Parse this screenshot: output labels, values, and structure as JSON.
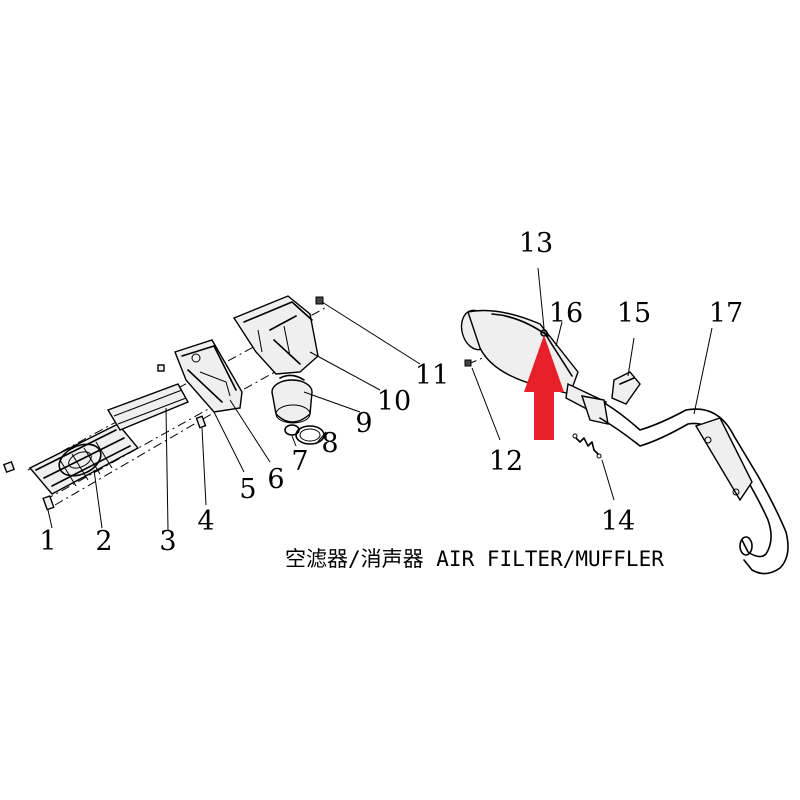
{
  "caption": "空滤器/消声器 AIR FILTER/MUFFLER",
  "part_labels": [
    "1",
    "2",
    "3",
    "4",
    "5",
    "6",
    "7",
    "8",
    "9",
    "10",
    "11",
    "12",
    "13",
    "14",
    "15",
    "16",
    "17"
  ],
  "colors": {
    "line": "#000000",
    "arrow": "#e8202a",
    "background": "#ffffff"
  }
}
